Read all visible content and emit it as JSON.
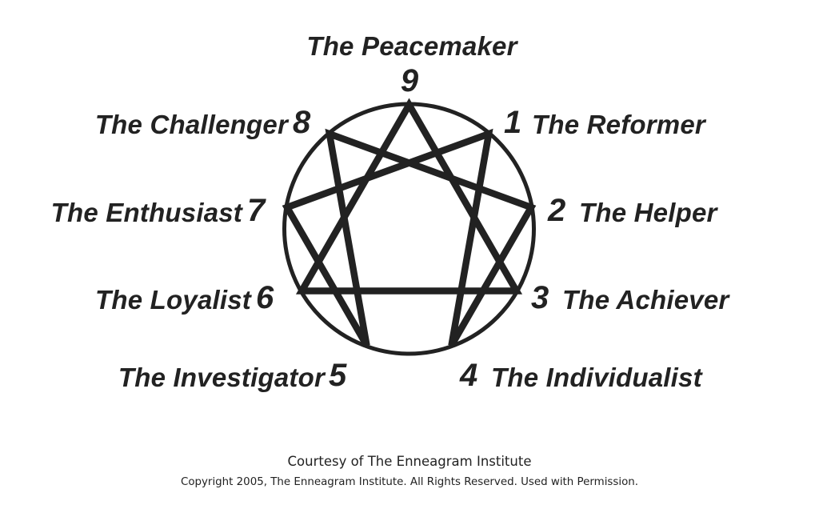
{
  "diagram": {
    "title_top": "The Peacemaker",
    "types": [
      {
        "number": "1",
        "name": "The Reformer"
      },
      {
        "number": "2",
        "name": "The Helper"
      },
      {
        "number": "3",
        "name": "The Achiever"
      },
      {
        "number": "4",
        "name": "The Individualist"
      },
      {
        "number": "5",
        "name": "The Investigator"
      },
      {
        "number": "6",
        "name": "The Loyalist"
      },
      {
        "number": "7",
        "name": "The Enthusiast"
      },
      {
        "number": "8",
        "name": "The Challenger"
      },
      {
        "number": "9",
        "name": "The Peacemaker"
      }
    ],
    "connections": {
      "triangle": [
        "9",
        "3",
        "6"
      ],
      "hexad": [
        "1",
        "4",
        "2",
        "8",
        "5",
        "7"
      ]
    },
    "colors": {
      "ink": "#222222",
      "background": "#ffffff"
    }
  },
  "footer": {
    "courtesy": "Courtesy of The Enneagram Institute",
    "copyright": "Copyright 2005, The Enneagram Institute. All Rights Reserved. Used with Permission."
  }
}
